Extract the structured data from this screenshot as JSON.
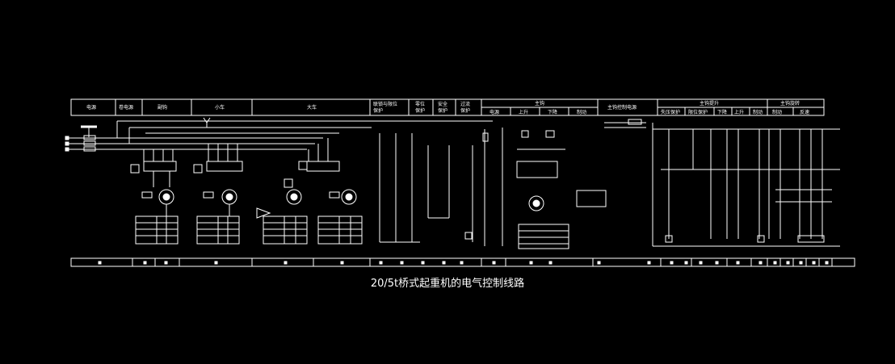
{
  "header": {
    "top_cells": [
      {
        "id": "power",
        "label": "电源"
      },
      {
        "id": "coil_power",
        "label": "卷电源"
      },
      {
        "id": "aux_hook",
        "label": "副钩"
      },
      {
        "id": "trolley",
        "label": "小车"
      },
      {
        "id": "cart",
        "label": "大车"
      },
      {
        "id": "interlock_limit",
        "label": "联锁与限位\n保护"
      },
      {
        "id": "zero_protect",
        "label": "零位\n保护"
      },
      {
        "id": "safety_protect",
        "label": "安全\n保护"
      },
      {
        "id": "overcurrent_protect",
        "label": "过流\n保护"
      },
      {
        "id": "main_hook",
        "label": "主钩"
      },
      {
        "id": "main_hook_ctrl_power",
        "label": "主钩控制电源"
      },
      {
        "id": "main_hook_raise",
        "label": "主钩提升"
      },
      {
        "id": "main_hook_rotate",
        "label": "主钩旋转"
      }
    ],
    "main_hook_sub": [
      "电源",
      "上升",
      "下降",
      "制动"
    ],
    "raise_sub": [
      "失压保护",
      "限位保护",
      "下降",
      "上升",
      "制动"
    ],
    "rotate_sub": [
      "制动",
      "反速"
    ]
  },
  "caption": "20/5t桥式起重机的电气控制线路",
  "colors": {
    "background": "#000000",
    "line": "#ffffff"
  }
}
